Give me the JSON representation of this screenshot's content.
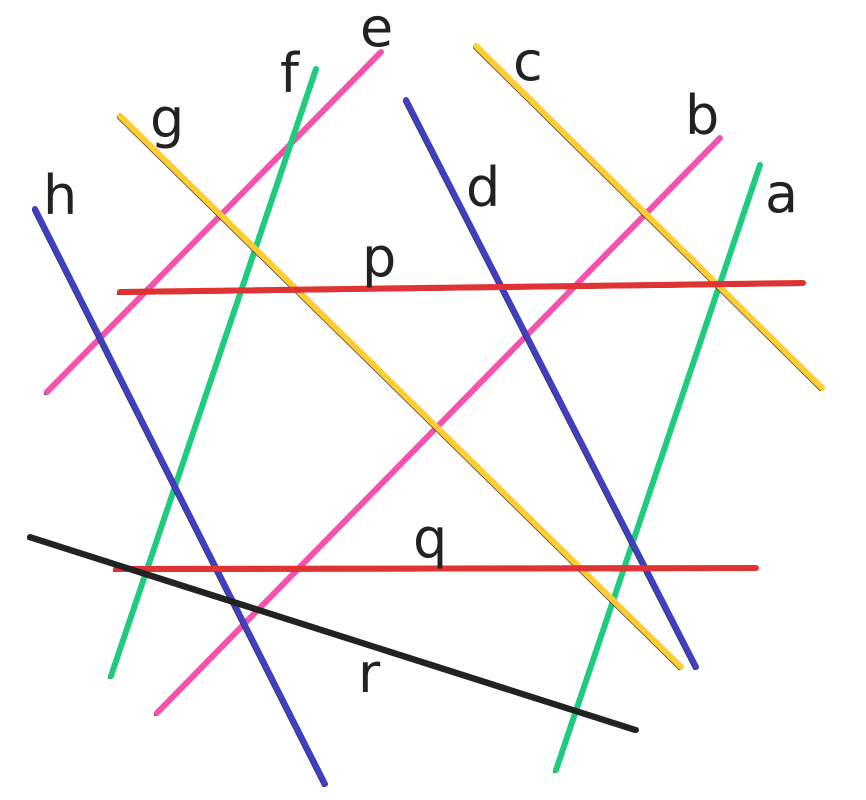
{
  "lines": [
    {
      "id": "a",
      "label": "a",
      "color": "#1fcc7e"
    },
    {
      "id": "b",
      "label": "b",
      "color": "#f552ad"
    },
    {
      "id": "c",
      "label": "c",
      "color": "#ffcc33"
    },
    {
      "id": "d",
      "label": "d",
      "color": "#3f3fbf"
    },
    {
      "id": "e",
      "label": "e",
      "color": "#f552ad"
    },
    {
      "id": "f",
      "label": "f",
      "color": "#1fcc7e"
    },
    {
      "id": "g",
      "label": "g",
      "color": "#ffcc33"
    },
    {
      "id": "h",
      "label": "h",
      "color": "#3f3fbf"
    },
    {
      "id": "p",
      "label": "p",
      "color": "#e03333"
    },
    {
      "id": "q",
      "label": "q",
      "color": "#e03333"
    },
    {
      "id": "r",
      "label": "r",
      "color": "#222222"
    }
  ]
}
